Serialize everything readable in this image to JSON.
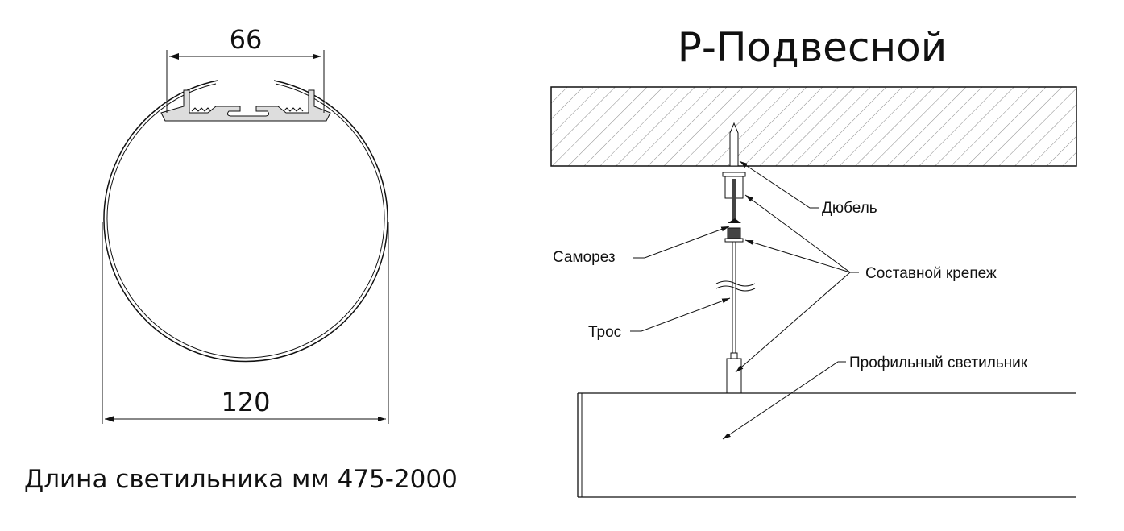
{
  "title": "Р-Подвесной",
  "dimensions": {
    "top_width": "66",
    "diameter": "120"
  },
  "caption": "Длина светильника мм 475-2000",
  "labels": {
    "dowel": "Дюбель",
    "screw": "Саморез",
    "composite_mount": "Составной крепеж",
    "cable": "Трос",
    "luminaire": "Профильный светильник"
  }
}
